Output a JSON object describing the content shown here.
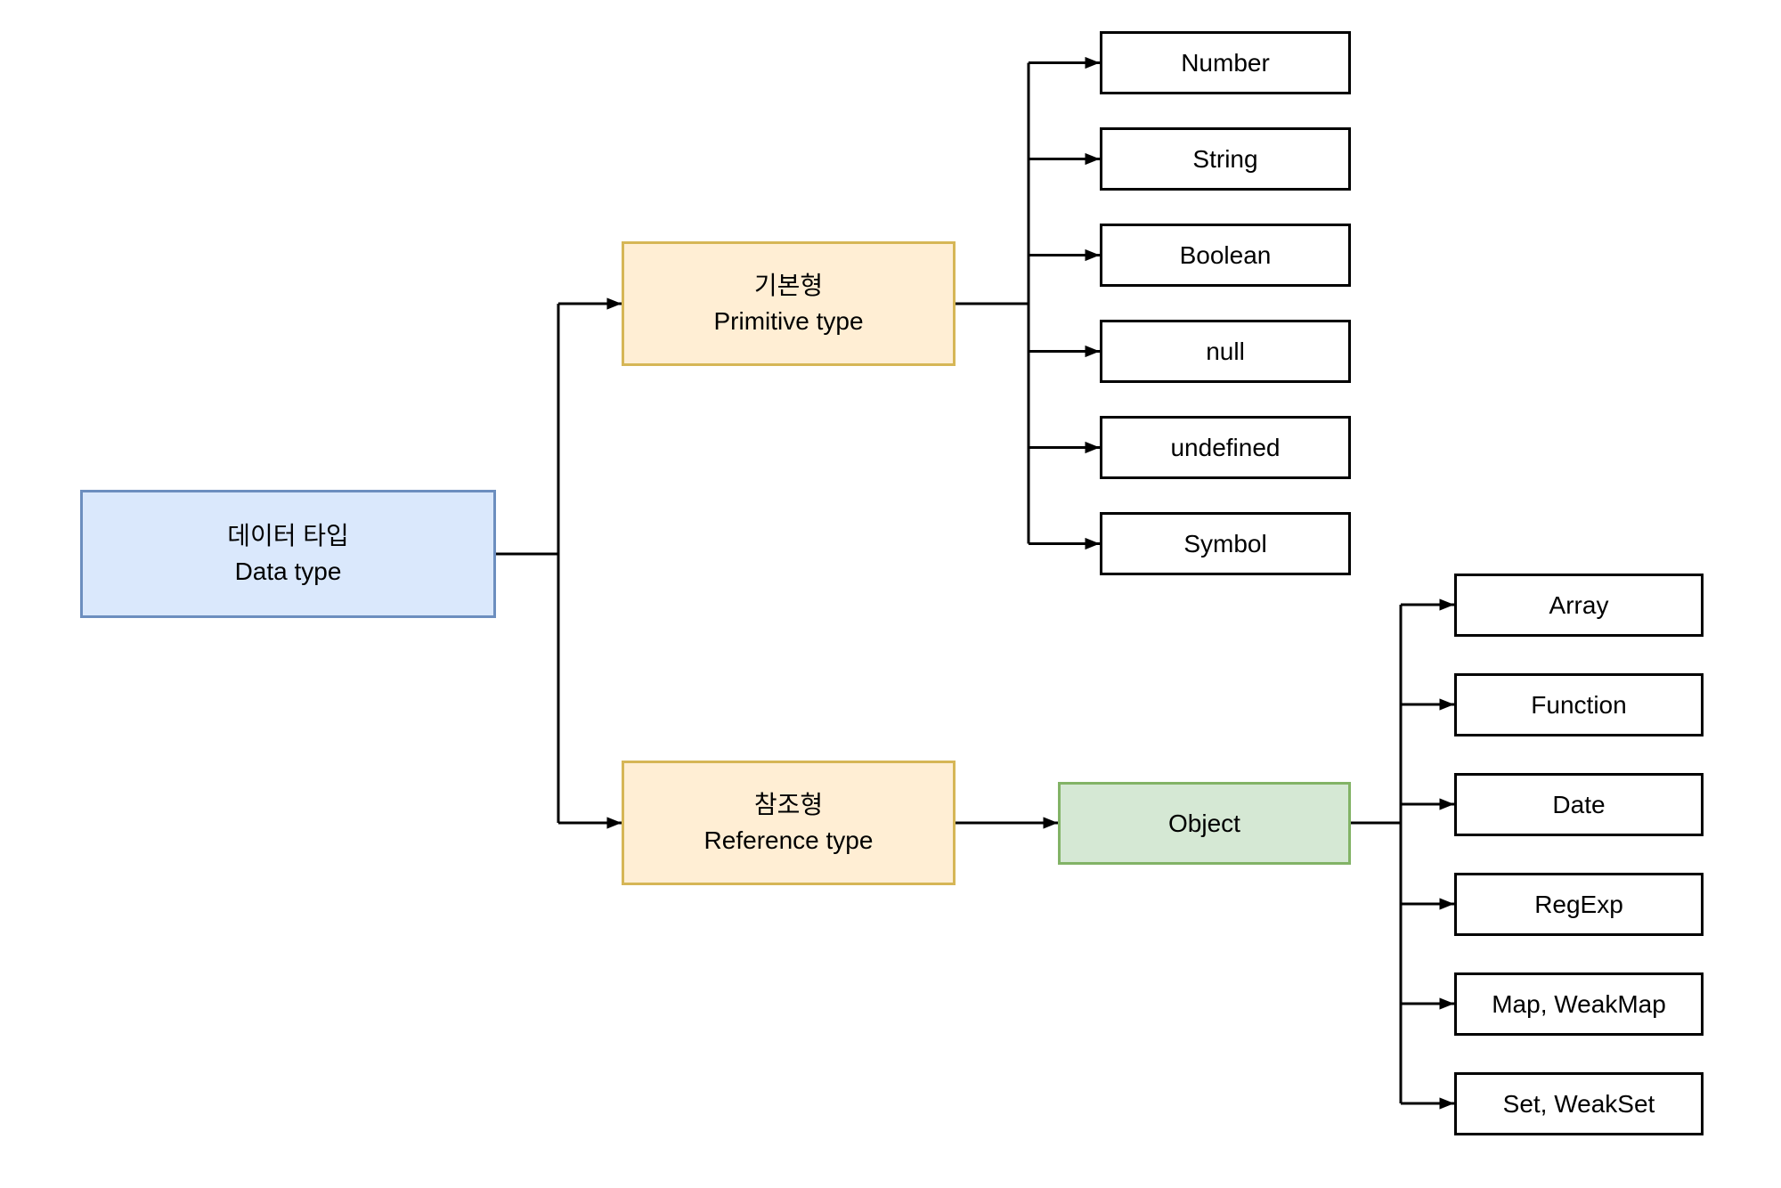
{
  "diagram": {
    "root": {
      "label_ko": "데이터 타입",
      "label_en": "Data type"
    },
    "primitive": {
      "label_ko": "기본형",
      "label_en": "Primitive type"
    },
    "reference": {
      "label_ko": "참조형",
      "label_en": "Reference type"
    },
    "object": {
      "label": "Object"
    },
    "primitive_types": [
      "Number",
      "String",
      "Boolean",
      "null",
      "undefined",
      "Symbol"
    ],
    "reference_types": [
      "Array",
      "Function",
      "Date",
      "RegExp",
      "Map, WeakMap",
      "Set, WeakSet"
    ]
  },
  "colors": {
    "root_fill": "#dae8fc",
    "root_border": "#6c8ebf",
    "category_fill": "#ffeed4",
    "category_border": "#d6b656",
    "object_fill": "#d5e8d4",
    "object_border": "#82b366",
    "leaf_fill": "#ffffff",
    "leaf_border": "#000000",
    "connector": "#000000"
  }
}
